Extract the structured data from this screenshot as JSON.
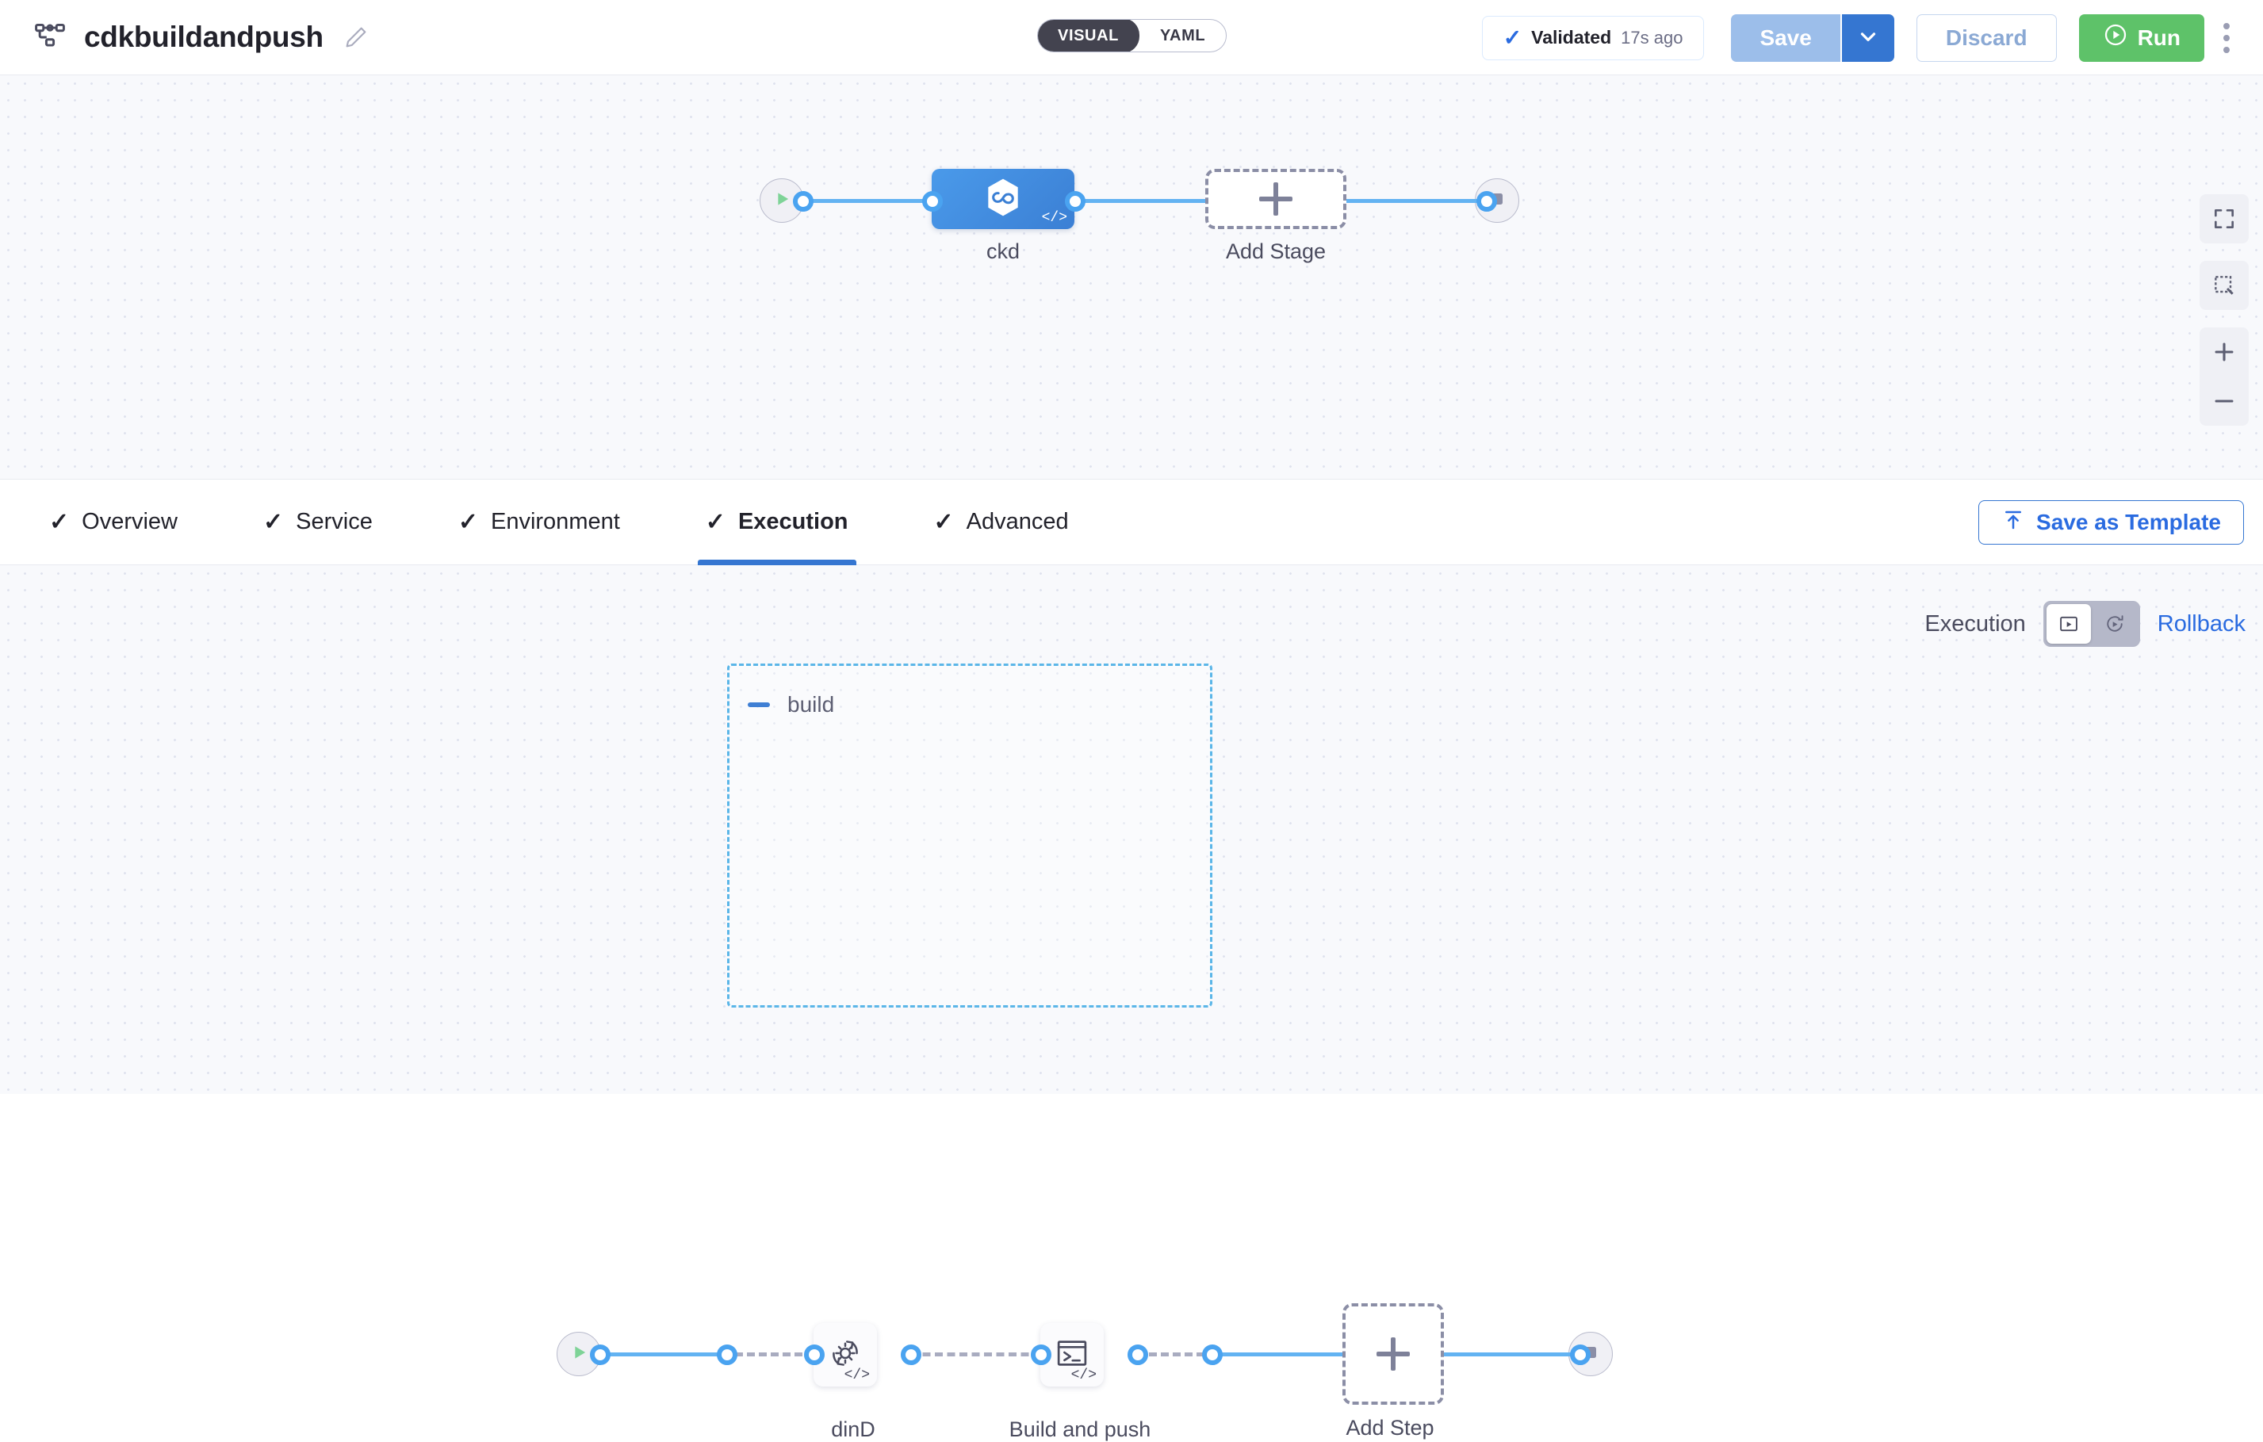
{
  "header": {
    "pipeline_icon": "pipeline-nodes-icon",
    "title": "cdkbuildandpush",
    "edit_icon": "pencil-icon",
    "mode_toggle": {
      "options": [
        "VISUAL",
        "YAML"
      ],
      "selected": "VISUAL"
    },
    "validated": {
      "check_icon": "check-icon",
      "label": "Validated",
      "time": "17s ago"
    },
    "save_label": "Save",
    "save_caret_icon": "chevron-down-icon",
    "discard_label": "Discard",
    "run_label": "Run",
    "run_icon": "play-circle-icon",
    "more_icon": "kebab-menu-icon"
  },
  "canvas_controls": [
    {
      "name": "fit-to-screen-icon",
      "label": "Fit to screen"
    },
    {
      "name": "marquee-select-icon",
      "label": "Selection"
    },
    {
      "name": "zoom-in-icon",
      "label": "Zoom in"
    },
    {
      "name": "zoom-out-icon",
      "label": "Zoom out"
    }
  ],
  "stage_graph": {
    "start_icon": "play-icon",
    "end_icon": "stop-square-icon",
    "nodes": [
      {
        "id": "ckd",
        "label": "ckd",
        "icon": "harness-infinity-hexagon-icon",
        "badge": "</>",
        "type": "stage"
      }
    ],
    "add_stage": {
      "label": "Add Stage",
      "icon": "plus-icon"
    }
  },
  "tabs": [
    {
      "label": "Overview",
      "tick": "✓",
      "active": false
    },
    {
      "label": "Service",
      "tick": "✓",
      "active": false
    },
    {
      "label": "Environment",
      "tick": "✓",
      "active": false
    },
    {
      "label": "Execution",
      "tick": "✓",
      "active": true
    },
    {
      "label": "Advanced",
      "tick": "✓",
      "active": false
    }
  ],
  "save_as_template": {
    "label": "Save as Template",
    "icon": "upload-template-icon"
  },
  "exec_toggle": {
    "execution_label": "Execution",
    "rollback_label": "Rollback",
    "execution_icon": "execution-run-icon",
    "rollback_icon": "rollback-arrow-icon",
    "selected": "Execution"
  },
  "steps_graph": {
    "start_icon": "play-icon",
    "end_icon": "stop-square-icon",
    "group": {
      "label": "build",
      "collapse_icon": "minus-icon"
    },
    "steps": [
      {
        "id": "dind",
        "label": "dinD",
        "icon": "gear-rotate-icon",
        "badge": "</>"
      },
      {
        "id": "buildpush",
        "label": "Build and push",
        "icon": "terminal-icon",
        "badge": "</>"
      }
    ],
    "add_step": {
      "label": "Add Step",
      "icon": "plus-icon"
    }
  },
  "colors": {
    "accent_blue": "#3576d1",
    "edge_blue": "#63b3f2",
    "run_green": "#5ec269",
    "stage_blue": "#4a9aea",
    "group_dash": "#5bb6e8",
    "canvas_bg": "#f8f9fc"
  }
}
